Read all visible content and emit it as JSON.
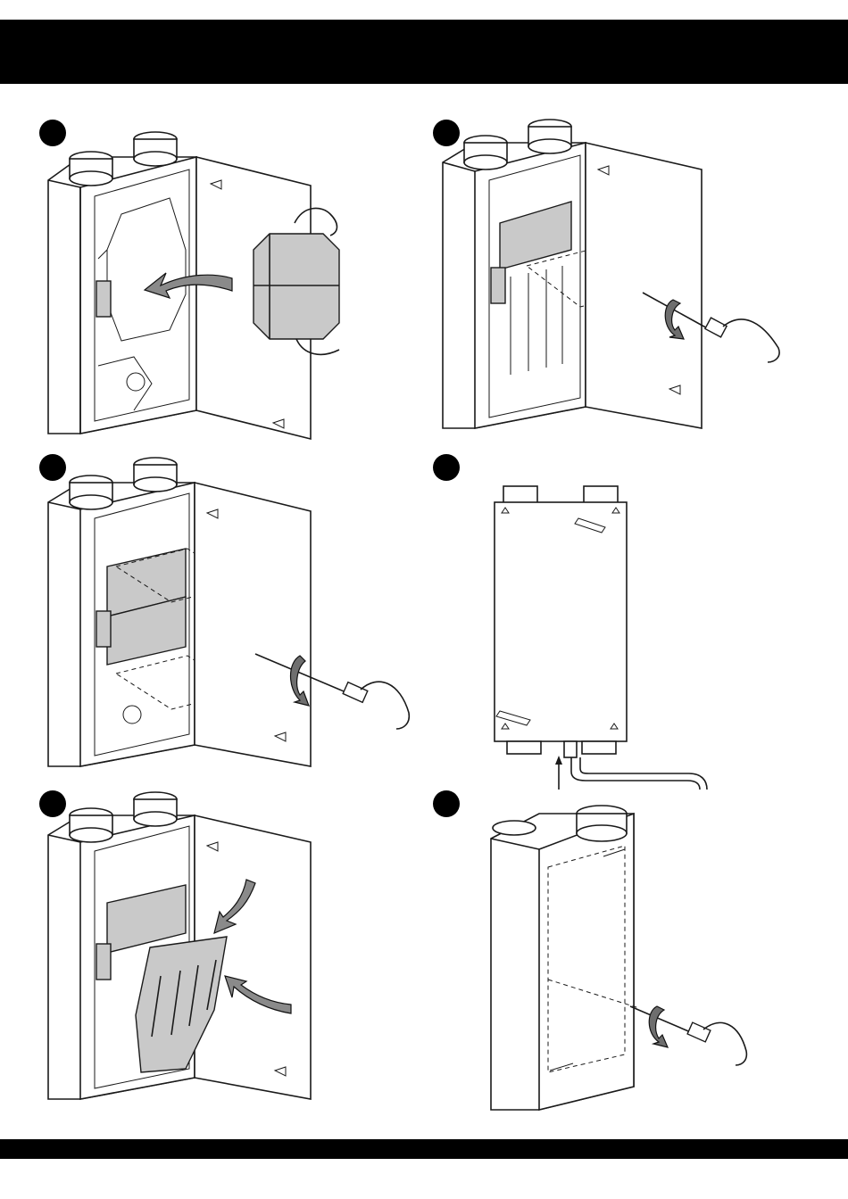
{
  "document": {
    "header_bar": "",
    "footer_bar": ""
  },
  "steps": [
    {
      "id": 1,
      "label": ""
    },
    {
      "id": 2,
      "label": ""
    },
    {
      "id": 3,
      "label": ""
    },
    {
      "id": 4,
      "label": ""
    },
    {
      "id": 5,
      "label": ""
    },
    {
      "id": 6,
      "label": ""
    }
  ],
  "icons": {
    "remove_heat_exchanger": "heat-exchanger-removal-icon",
    "unscrew_fan": "screwdriver-rotate-icon",
    "insert_cover": "cover-insert-arrows-icon",
    "condensate_drain": "condensate-pipe-icon",
    "close_casing": "screwdriver-rotate-icon"
  }
}
